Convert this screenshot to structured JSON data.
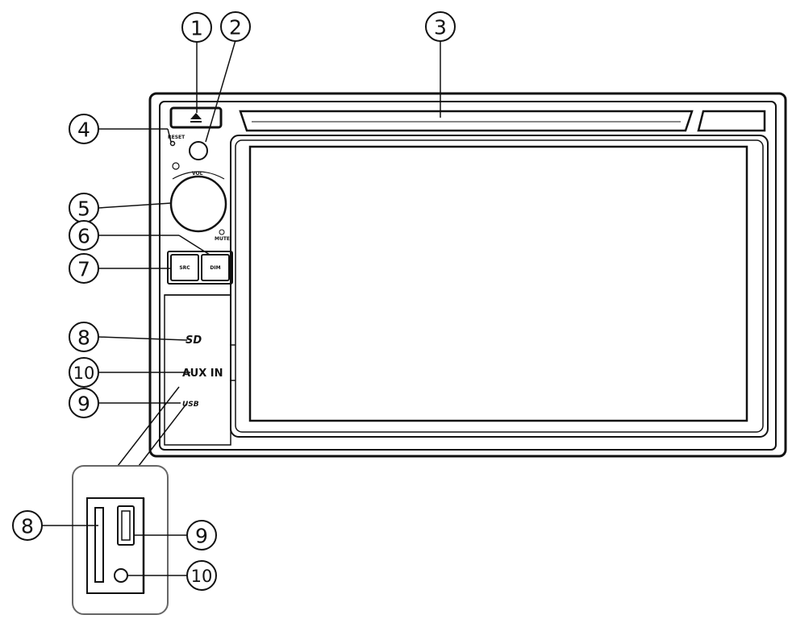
{
  "callouts": [
    {
      "id": "1",
      "label": "1"
    },
    {
      "id": "2",
      "label": "2"
    },
    {
      "id": "3",
      "label": "3"
    },
    {
      "id": "4",
      "label": "4"
    },
    {
      "id": "5",
      "label": "5"
    },
    {
      "id": "6",
      "label": "6"
    },
    {
      "id": "7",
      "label": "7"
    },
    {
      "id": "8",
      "label": "8"
    },
    {
      "id": "10",
      "label": "10"
    },
    {
      "id": "9",
      "label": "9"
    },
    {
      "id": "8b",
      "label": "8"
    },
    {
      "id": "9b",
      "label": "9"
    },
    {
      "id": "10b",
      "label": "10"
    }
  ],
  "panel": {
    "vol_label": "VOL",
    "mute_label": "MUTE",
    "reset_label": "RESET",
    "src_button": "SRC",
    "dim_button": "DIM",
    "sd_mark": "SD",
    "aux_mark": "AUX IN",
    "usb_mark": "USB"
  }
}
